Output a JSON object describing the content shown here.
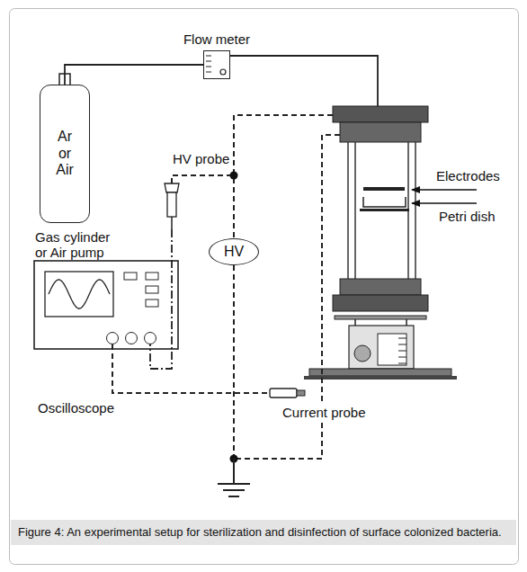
{
  "diagram": {
    "caption": "Figure 4: An experimental setup for sterilization and disinfection of surface colonized bacteria.",
    "nodes": [
      {
        "text": [
          "Flow meter"
        ]
      },
      {
        "text": [
          "Ar or Air",
          "Gas cylinder or Air pump"
        ]
      },
      {
        "text": [
          "HV"
        ]
      }
    ],
    "edges": [
      {
        "from": 1,
        "to": 0,
        "arrow": "none"
      }
    ],
    "labels": [
      "HV probe",
      "Electrodes",
      "Petri dish",
      "Oscilloscope",
      "Current probe"
    ]
  }
}
